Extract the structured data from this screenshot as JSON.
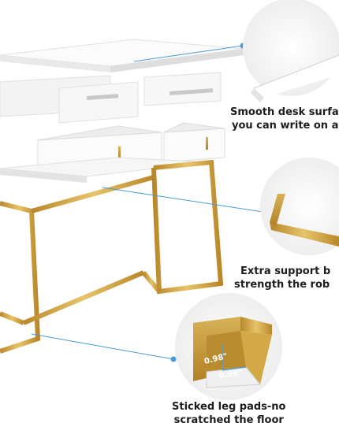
{
  "features": [
    {
      "line1": "Smooth desk surface",
      "line2": "you can write on a pa",
      "icon": "tabletop-closeup-icon"
    },
    {
      "line1": "Extra support b",
      "line2": "strength the rob",
      "icon": "crossbar-closeup-icon"
    },
    {
      "line1": "Sticked leg pads-no",
      "line2": "scratched the floor",
      "icon": "leg-pad-closeup-icon"
    }
  ],
  "dimensions": {
    "width_label": "0.98\"",
    "height_label": "0.98\""
  },
  "colors": {
    "gold": "#c9a13b",
    "leader_line": "#4a9bd6",
    "panel_white": "#f7f7f7",
    "shadow": "#d9d9d9"
  }
}
